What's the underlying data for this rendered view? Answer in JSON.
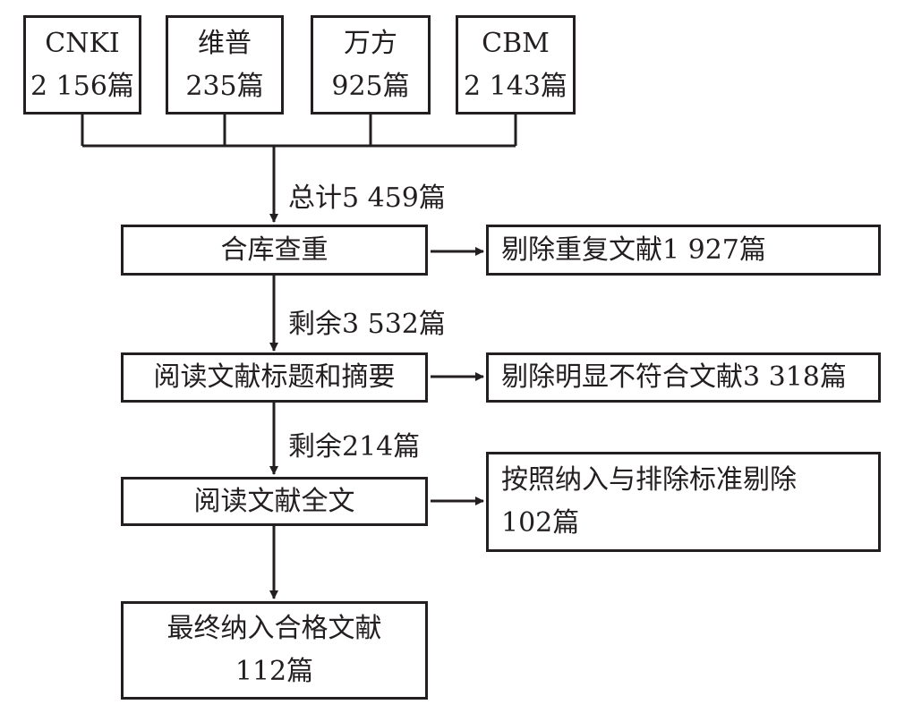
{
  "sources": [
    {
      "name": "CNKI",
      "count": "2 156篇"
    },
    {
      "name": "维普",
      "count": "235篇"
    },
    {
      "name": "万方",
      "count": "925篇"
    },
    {
      "name": "CBM",
      "count": "2 143篇"
    }
  ],
  "flow": {
    "total_label": "总计5 459篇",
    "step1": "合库查重",
    "exclude1": "剔除重复文献1 927篇",
    "remain1_label": "剩余3 532篇",
    "step2": "阅读文献标题和摘要",
    "exclude2": "剔除明显不符合文献3 318篇",
    "remain2_label": "剩余214篇",
    "step3": "阅读文献全文",
    "exclude3_line1": "按照纳入与排除标准剔除",
    "exclude3_line2": "102篇",
    "final_line1": "最终纳入合格文献",
    "final_line2": "112篇"
  }
}
